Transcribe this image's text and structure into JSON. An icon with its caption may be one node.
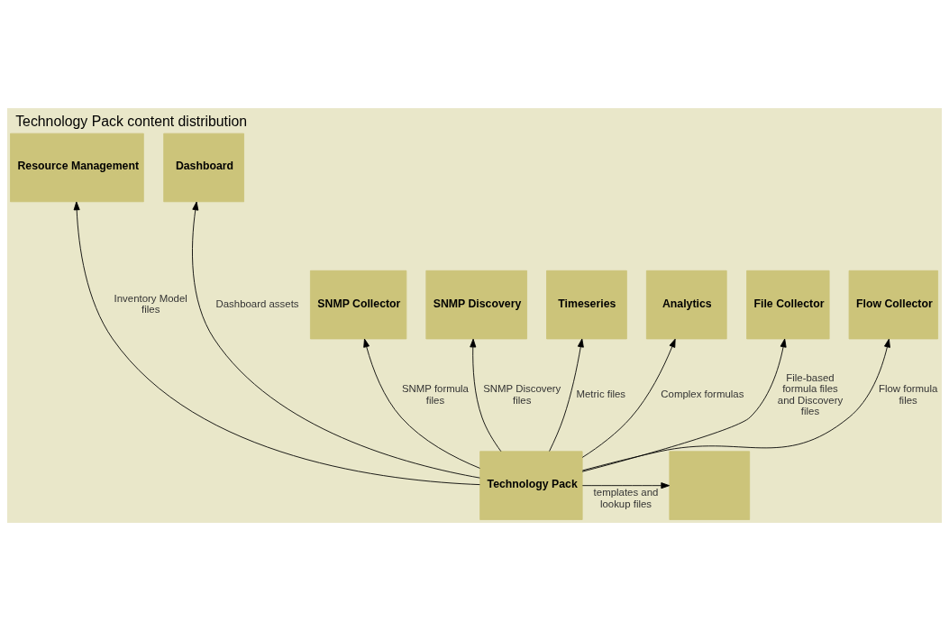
{
  "diagram": {
    "title": "Technology Pack content distribution",
    "nodes": [
      {
        "text": [
          "Resource Management"
        ]
      },
      {
        "text": [
          "Dashboard"
        ]
      },
      {
        "text": [
          "SNMP Collector"
        ]
      },
      {
        "text": [
          "SNMP Discovery"
        ]
      },
      {
        "text": [
          "Timeseries"
        ]
      },
      {
        "text": [
          "Analytics"
        ]
      },
      {
        "text": [
          "File Collector"
        ]
      },
      {
        "text": [
          "Flow Collector"
        ]
      },
      {
        "text": [
          "Technology Pack"
        ]
      },
      {
        "text": [],
        "shape": "box"
      }
    ],
    "edges": [
      {
        "from": 8,
        "to": 0,
        "arrow": "to",
        "label": "Inventory Model files"
      },
      {
        "from": 8,
        "to": 1,
        "arrow": "to",
        "label": "Dashboard assets"
      },
      {
        "from": 8,
        "to": 2,
        "arrow": "to",
        "label": "SNMP formula files"
      },
      {
        "from": 8,
        "to": 3,
        "arrow": "to",
        "label": "SNMP Discovery files"
      },
      {
        "from": 8,
        "to": 4,
        "arrow": "to",
        "label": "Metric files"
      },
      {
        "from": 8,
        "to": 5,
        "arrow": "to",
        "label": "Complex formulas"
      },
      {
        "from": 8,
        "to": 6,
        "arrow": "to",
        "label": "File-based formula files and Discovery files"
      },
      {
        "from": 8,
        "to": 7,
        "arrow": "to",
        "label": "Flow formula files"
      },
      {
        "from": 8,
        "to": 9,
        "arrow": "to",
        "label": "templates and lookup files"
      }
    ]
  }
}
